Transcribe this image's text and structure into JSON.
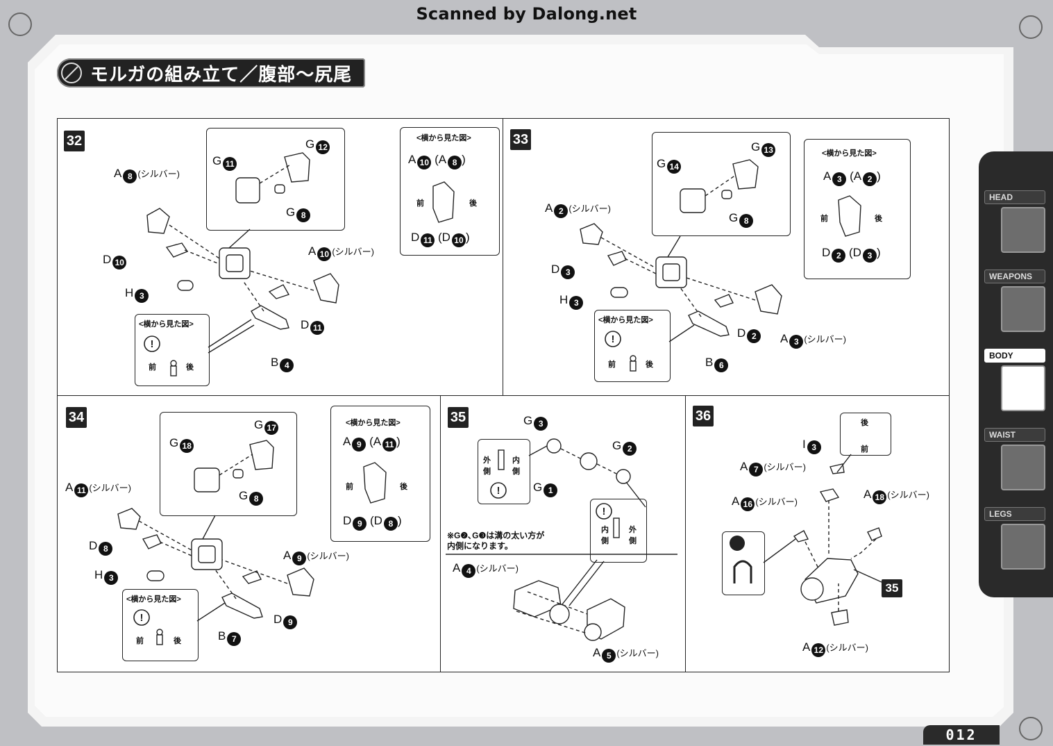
{
  "watermark": "Scanned by Dalong.net",
  "title": "モルガの組み立て／腹部〜尻尾",
  "side_view_title": "<横から見た図>",
  "front": "前",
  "back": "後",
  "page_number": "012",
  "sidebar": [
    {
      "label": "HEAD"
    },
    {
      "label": "WEAPONS"
    },
    {
      "label": "BODY"
    },
    {
      "label": "WAIST"
    },
    {
      "label": "LEGS"
    }
  ],
  "active_tab": "BODY",
  "steps": {
    "s32": {
      "number": "32",
      "labels": [
        {
          "t": "A",
          "n": "8",
          "s": "(シルバー)"
        },
        {
          "t": "G",
          "n": "11"
        },
        {
          "t": "G",
          "n": "12"
        },
        {
          "t": "G",
          "n": "8"
        },
        {
          "t": "D",
          "n": "10"
        },
        {
          "t": "H",
          "n": "3"
        },
        {
          "t": "A",
          "n": "10",
          "s": "(シルバー)"
        },
        {
          "t": "D",
          "n": "11"
        },
        {
          "t": "B",
          "n": "4"
        }
      ],
      "side": {
        "top": {
          "t": "A",
          "n": "10",
          "t2": "A",
          "n2": "8"
        },
        "bottom": {
          "t": "D",
          "n": "11",
          "t2": "D",
          "n2": "10"
        }
      }
    },
    "s33": {
      "number": "33",
      "labels": [
        {
          "t": "A",
          "n": "2",
          "s": "(シルバー)"
        },
        {
          "t": "G",
          "n": "14"
        },
        {
          "t": "G",
          "n": "13"
        },
        {
          "t": "G",
          "n": "8"
        },
        {
          "t": "D",
          "n": "3"
        },
        {
          "t": "H",
          "n": "3"
        },
        {
          "t": "D",
          "n": "2"
        },
        {
          "t": "A",
          "n": "3",
          "s": "(シルバー)"
        },
        {
          "t": "B",
          "n": "6"
        }
      ],
      "side": {
        "top": {
          "t": "A",
          "n": "3",
          "t2": "A",
          "n2": "2"
        },
        "bottom": {
          "t": "D",
          "n": "2",
          "t2": "D",
          "n2": "3"
        }
      }
    },
    "s34": {
      "number": "34",
      "labels": [
        {
          "t": "A",
          "n": "11",
          "s": "(シルバー)"
        },
        {
          "t": "G",
          "n": "18"
        },
        {
          "t": "G",
          "n": "17"
        },
        {
          "t": "G",
          "n": "8"
        },
        {
          "t": "D",
          "n": "8"
        },
        {
          "t": "H",
          "n": "3"
        },
        {
          "t": "A",
          "n": "9",
          "s": "(シルバー)"
        },
        {
          "t": "D",
          "n": "9"
        },
        {
          "t": "B",
          "n": "7"
        }
      ],
      "side": {
        "top": {
          "t": "A",
          "n": "9",
          "t2": "A",
          "n2": "11"
        },
        "bottom": {
          "t": "D",
          "n": "9",
          "t2": "D",
          "n2": "8"
        }
      }
    },
    "s35": {
      "number": "35",
      "labels": [
        {
          "t": "G",
          "n": "3"
        },
        {
          "t": "G",
          "n": "2"
        },
        {
          "t": "G",
          "n": "1"
        },
        {
          "t": "A",
          "n": "4",
          "s": "(シルバー)"
        },
        {
          "t": "A",
          "n": "5",
          "s": "(シルバー)"
        }
      ],
      "outer": "外側",
      "inner": "内側",
      "note1": "※G❷､G❸は溝の太い方が",
      "note2": "内側になります。"
    },
    "s36": {
      "number": "36",
      "labels": [
        {
          "t": "I",
          "n": "3"
        },
        {
          "t": "A",
          "n": "7",
          "s": "(シルバー)"
        },
        {
          "t": "A",
          "n": "16",
          "s": "(シルバー)"
        },
        {
          "t": "A",
          "n": "18",
          "s": "(シルバー)"
        },
        {
          "t": "A",
          "n": "12",
          "s": "(シルバー)"
        }
      ],
      "ref": "35"
    }
  }
}
